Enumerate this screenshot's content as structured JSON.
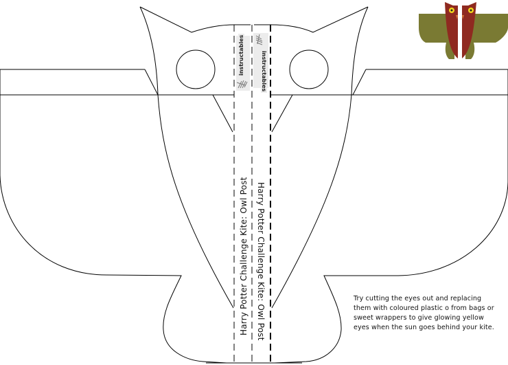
{
  "template": {
    "title_strip_left": "Harry Potter Challenge Kite: Owl Post",
    "title_strip_right": "Harry Potter Challenge Kite: Owl Post",
    "brand_left": "instructables",
    "brand_right": "instructables"
  },
  "instructions": {
    "lines": [
      "Try cutting the eyes out and replacing",
      "them with coloured plastic o from bags or",
      "sweet wrappers to give glowing yellow",
      "eyes when the sun goes behind your kite."
    ]
  },
  "preview": {
    "description": "finished owl kite thumbnail",
    "colors": {
      "wings": "#7a7a33",
      "body": "#8f2a20",
      "eyes": "#f2d51c",
      "beak": "#d97a3a"
    }
  },
  "colors": {
    "line": "#000000",
    "background": "#ffffff",
    "brand_bg": "#ececec"
  }
}
